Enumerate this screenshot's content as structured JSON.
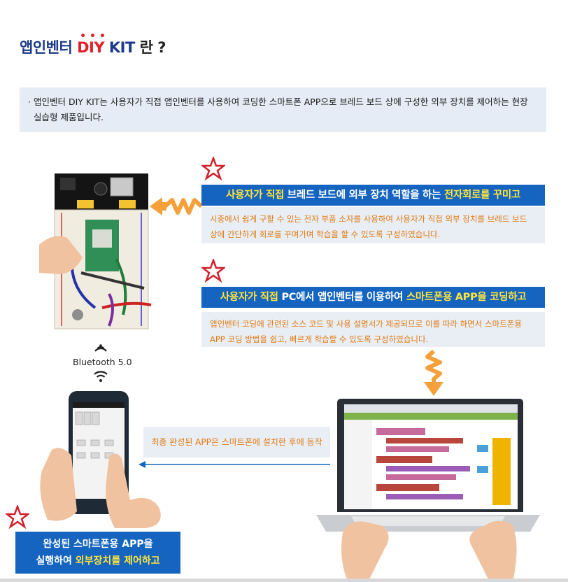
{
  "header": {
    "title_prefix": "앱인벤터 ",
    "title_highlight": "DIY",
    "title_kit": " KIT",
    "title_suffix": " 란 ?",
    "emphasis_dots": "•••"
  },
  "intro": {
    "bullet": "·",
    "text": "앱인벤터 DIY KIT는 사용자가 직접 앱인벤터를 사용하여 코딩한 스마트폰 APP으로 브레드 보드 상에 구성한 외부 장치를 제어하는 현장 실습형 제품입니다."
  },
  "step1": {
    "pre": "사용자가 직접",
    "mid": " 브레드 보드에 외부 장치 역할을 하는 ",
    "hl": "전자회로를 꾸미고",
    "desc": "시중에서 쉽게 구할 수 있는 전자 부품 소자를 사용하여 사용자가 직접 외부 장치를 브레드 보드 상에 간단하게 회로를 꾸며가며 학습을 할 수 있도록 구성하였습니다."
  },
  "step2": {
    "pre": "사용자가 직접",
    "mid": " PC에서 앱인벤터를 이용하여 ",
    "hl": "스마트폰용 APP을 코딩하고",
    "desc": "앱인벤터 코딩에 관련된 소스 코드 및 사용 설명서가 제공되므로 이를 따라 하면서 스마트폰용 APP 코딩 방법을 쉽고, 빠르게 학습할 수 있도록 구성하였습니다."
  },
  "bluetooth": {
    "label": "Bluetooth 5.0"
  },
  "final_message": "최종 완성된 APP은 스마트폰에 설치한 후에 동작",
  "step3": {
    "line1": "완성된 스마트폰용 APP을",
    "line2_pre": "실행하여 ",
    "line2_hl": "외부장치를 제어하고"
  },
  "colors": {
    "banner_blue": "#1565c0",
    "highlight_yellow": "#ffe43a",
    "accent_orange": "#f5a03a",
    "desc_orange": "#e07a12",
    "title_red": "#e3202a",
    "title_navy": "#1d3a8a"
  }
}
